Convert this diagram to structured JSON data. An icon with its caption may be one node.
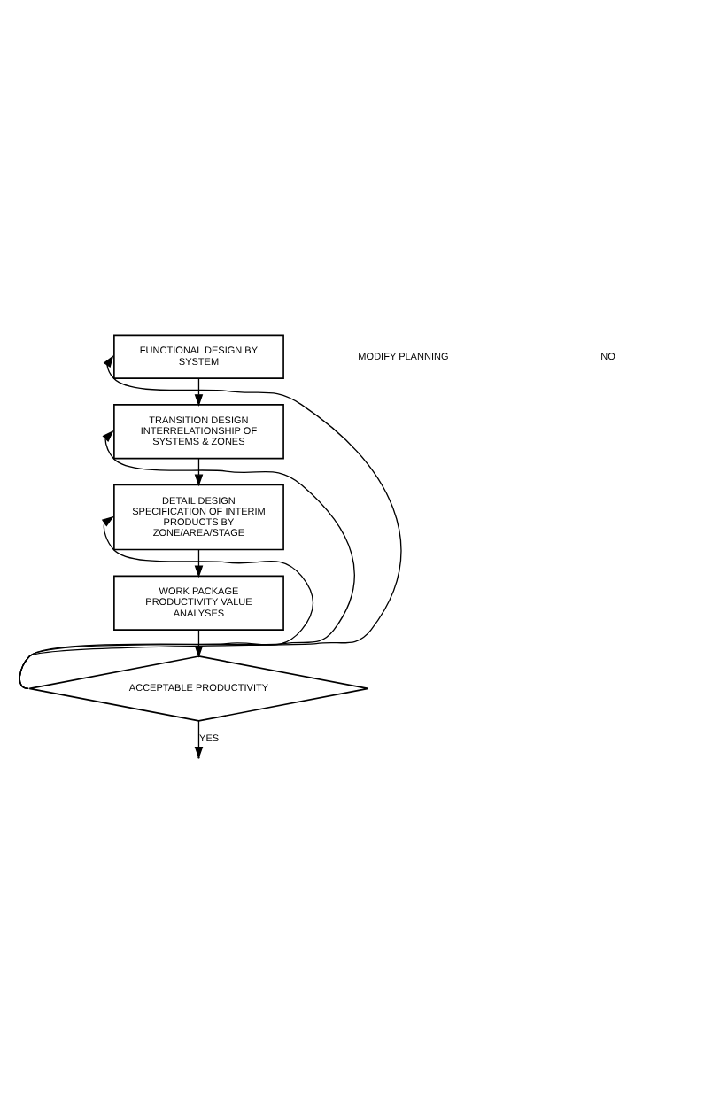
{
  "diagram": {
    "nodes": [
      {
        "text": [
          "FUNCTIONAL DESIGN BY SYSTEM"
        ]
      },
      {
        "text": [
          "TRANSITION DESIGN INTERRELATIONSHIP OF SYSTEMS & ZONES"
        ]
      },
      {
        "text": [
          "DETAIL DESIGN SPECIFICATION OF INTERIM PRODUCTS BY ZONE/AREA/STAGE"
        ]
      },
      {
        "text": [
          "WORK PACKAGE PRODUCTIVITY VALUE ANALYSES"
        ]
      },
      {
        "text": [
          "ACCEPTABLE PRODUCTIVITY"
        ]
      }
    ],
    "edges": [
      {
        "from": 0,
        "to": 1,
        "arrow": "to"
      },
      {
        "from": 1,
        "to": 2,
        "arrow": "to"
      },
      {
        "from": 2,
        "to": 3,
        "arrow": "to"
      },
      {
        "from": 3,
        "to": 4,
        "arrow": "to"
      },
      {
        "from": 4,
        "to": null,
        "arrow": "to",
        "label": "YES"
      },
      {
        "from": 4,
        "to": 0,
        "arrow": "to"
      },
      {
        "from": 4,
        "to": 1,
        "arrow": "to"
      },
      {
        "from": 4,
        "to": 2,
        "arrow": "to"
      }
    ],
    "labels": [
      "MODIFY PLANNING",
      "NO"
    ]
  }
}
